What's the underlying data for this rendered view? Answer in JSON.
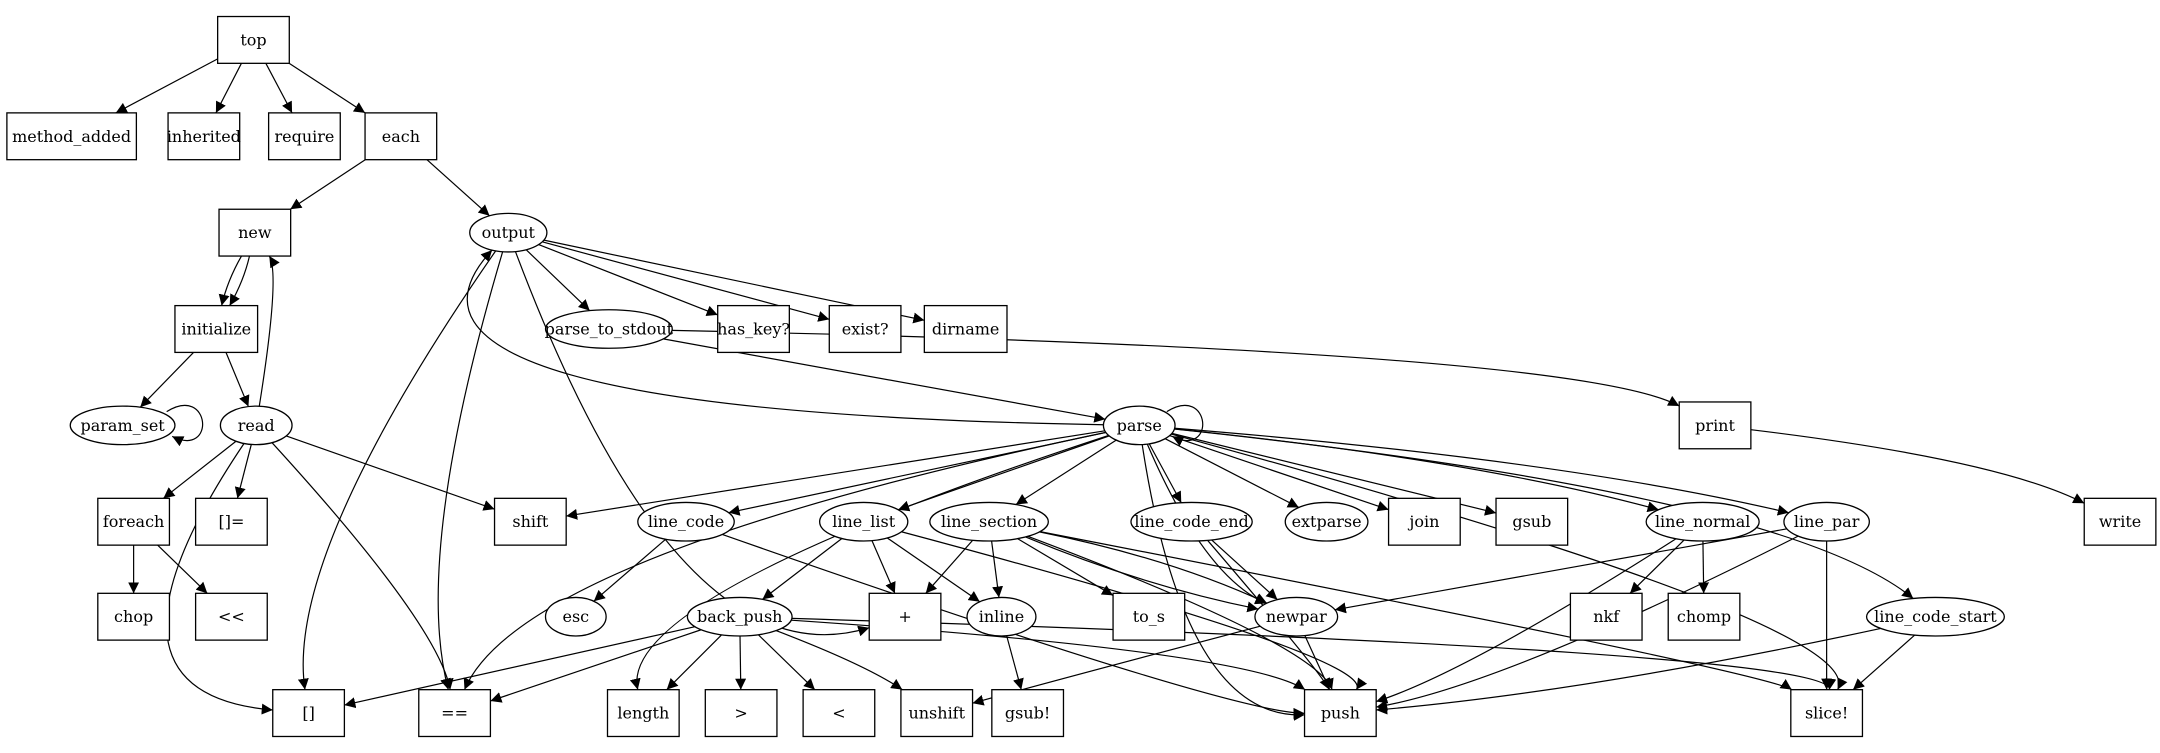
{
  "diagram": {
    "nodes": [
      {
        "id": "top",
        "label": "top",
        "shape": "box"
      },
      {
        "id": "method_added",
        "label": "method_added",
        "shape": "box"
      },
      {
        "id": "inherited",
        "label": "inherited",
        "shape": "box"
      },
      {
        "id": "require",
        "label": "require",
        "shape": "box"
      },
      {
        "id": "each",
        "label": "each",
        "shape": "box"
      },
      {
        "id": "new",
        "label": "new",
        "shape": "box"
      },
      {
        "id": "output",
        "label": "output",
        "shape": "ellipse"
      },
      {
        "id": "initialize",
        "label": "initialize",
        "shape": "box"
      },
      {
        "id": "parse_to_stdout",
        "label": "parse_to_stdout",
        "shape": "ellipse"
      },
      {
        "id": "has_key",
        "label": "has_key?",
        "shape": "box"
      },
      {
        "id": "exist",
        "label": "exist?",
        "shape": "box"
      },
      {
        "id": "dirname",
        "label": "dirname",
        "shape": "box"
      },
      {
        "id": "param_set",
        "label": "param_set",
        "shape": "ellipse"
      },
      {
        "id": "read",
        "label": "read",
        "shape": "ellipse"
      },
      {
        "id": "parse",
        "label": "parse",
        "shape": "ellipse"
      },
      {
        "id": "print",
        "label": "print",
        "shape": "box"
      },
      {
        "id": "foreach",
        "label": "foreach",
        "shape": "box"
      },
      {
        "id": "bracket_assign",
        "label": "[]=",
        "shape": "box"
      },
      {
        "id": "shift",
        "label": "shift",
        "shape": "box"
      },
      {
        "id": "line_code",
        "label": "line_code",
        "shape": "ellipse"
      },
      {
        "id": "line_list",
        "label": "line_list",
        "shape": "ellipse"
      },
      {
        "id": "line_section",
        "label": "line_section",
        "shape": "ellipse"
      },
      {
        "id": "line_code_end",
        "label": "line_code_end",
        "shape": "ellipse"
      },
      {
        "id": "extparse",
        "label": "extparse",
        "shape": "ellipse"
      },
      {
        "id": "join",
        "label": "join",
        "shape": "box"
      },
      {
        "id": "gsub",
        "label": "gsub",
        "shape": "box"
      },
      {
        "id": "line_normal",
        "label": "line_normal",
        "shape": "ellipse"
      },
      {
        "id": "line_par",
        "label": "line_par",
        "shape": "ellipse"
      },
      {
        "id": "write",
        "label": "write",
        "shape": "box"
      },
      {
        "id": "chop",
        "label": "chop",
        "shape": "box"
      },
      {
        "id": "lshift",
        "label": "<<",
        "shape": "box"
      },
      {
        "id": "esc",
        "label": "esc",
        "shape": "ellipse"
      },
      {
        "id": "back_push",
        "label": "back_push",
        "shape": "ellipse"
      },
      {
        "id": "plus",
        "label": "+",
        "shape": "box"
      },
      {
        "id": "inline",
        "label": "inline",
        "shape": "ellipse"
      },
      {
        "id": "to_s",
        "label": "to_s",
        "shape": "box"
      },
      {
        "id": "newpar",
        "label": "newpar",
        "shape": "ellipse"
      },
      {
        "id": "nkf",
        "label": "nkf",
        "shape": "box"
      },
      {
        "id": "chomp",
        "label": "chomp",
        "shape": "box"
      },
      {
        "id": "line_code_start",
        "label": "line_code_start",
        "shape": "ellipse"
      },
      {
        "id": "index",
        "label": "[]",
        "shape": "box"
      },
      {
        "id": "eqeq",
        "label": "==",
        "shape": "box"
      },
      {
        "id": "length",
        "label": "length",
        "shape": "box"
      },
      {
        "id": "gt",
        "label": ">",
        "shape": "box"
      },
      {
        "id": "lt",
        "label": "<",
        "shape": "box"
      },
      {
        "id": "unshift",
        "label": "unshift",
        "shape": "box"
      },
      {
        "id": "gsub_bang",
        "label": "gsub!",
        "shape": "box"
      },
      {
        "id": "push",
        "label": "push",
        "shape": "box"
      },
      {
        "id": "slice_bang",
        "label": "slice!",
        "shape": "box"
      }
    ],
    "edges": [
      {
        "from": "top",
        "to": "method_added"
      },
      {
        "from": "top",
        "to": "inherited"
      },
      {
        "from": "top",
        "to": "require"
      },
      {
        "from": "top",
        "to": "each"
      },
      {
        "from": "each",
        "to": "new"
      },
      {
        "from": "each",
        "to": "output"
      },
      {
        "from": "new",
        "to": "initialize"
      },
      {
        "from": "new",
        "to": "initialize"
      },
      {
        "from": "initialize",
        "to": "param_set"
      },
      {
        "from": "initialize",
        "to": "read"
      },
      {
        "from": "param_set",
        "to": "param_set"
      },
      {
        "from": "read",
        "to": "new"
      },
      {
        "from": "read",
        "to": "foreach"
      },
      {
        "from": "read",
        "to": "bracket_assign"
      },
      {
        "from": "read",
        "to": "shift"
      },
      {
        "from": "read",
        "to": "index"
      },
      {
        "from": "read",
        "to": "eqeq"
      },
      {
        "from": "foreach",
        "to": "chop"
      },
      {
        "from": "foreach",
        "to": "lshift"
      },
      {
        "from": "output",
        "to": "parse_to_stdout"
      },
      {
        "from": "output",
        "to": "has_key"
      },
      {
        "from": "output",
        "to": "exist"
      },
      {
        "from": "output",
        "to": "dirname"
      },
      {
        "from": "output",
        "to": "index"
      },
      {
        "from": "output",
        "to": "eqeq"
      },
      {
        "from": "output",
        "to": "plus"
      },
      {
        "from": "parse_to_stdout",
        "to": "parse"
      },
      {
        "from": "parse_to_stdout",
        "to": "print"
      },
      {
        "from": "print",
        "to": "write"
      },
      {
        "from": "parse",
        "to": "output"
      },
      {
        "from": "parse",
        "to": "parse"
      },
      {
        "from": "parse",
        "to": "shift"
      },
      {
        "from": "parse",
        "to": "line_code"
      },
      {
        "from": "parse",
        "to": "line_list"
      },
      {
        "from": "parse",
        "to": "line_section"
      },
      {
        "from": "parse",
        "to": "line_code_end"
      },
      {
        "from": "parse",
        "to": "extparse"
      },
      {
        "from": "parse",
        "to": "join"
      },
      {
        "from": "parse",
        "to": "gsub"
      },
      {
        "from": "parse",
        "to": "line_normal"
      },
      {
        "from": "parse",
        "to": "line_par"
      },
      {
        "from": "parse",
        "to": "line_code_start"
      },
      {
        "from": "parse",
        "to": "eqeq"
      },
      {
        "from": "parse",
        "to": "length"
      },
      {
        "from": "parse",
        "to": "newpar"
      },
      {
        "from": "parse",
        "to": "push"
      },
      {
        "from": "parse",
        "to": "slice_bang"
      },
      {
        "from": "line_code",
        "to": "esc"
      },
      {
        "from": "line_code",
        "to": "push"
      },
      {
        "from": "line_list",
        "to": "back_push"
      },
      {
        "from": "line_list",
        "to": "plus"
      },
      {
        "from": "line_list",
        "to": "inline"
      },
      {
        "from": "line_list",
        "to": "push"
      },
      {
        "from": "line_section",
        "to": "plus"
      },
      {
        "from": "line_section",
        "to": "inline"
      },
      {
        "from": "line_section",
        "to": "to_s"
      },
      {
        "from": "line_section",
        "to": "newpar"
      },
      {
        "from": "line_section",
        "to": "newpar"
      },
      {
        "from": "line_section",
        "to": "push"
      },
      {
        "from": "line_section",
        "to": "slice_bang"
      },
      {
        "from": "line_code_end",
        "to": "newpar"
      },
      {
        "from": "line_code_end",
        "to": "push"
      },
      {
        "from": "line_normal",
        "to": "nkf"
      },
      {
        "from": "line_normal",
        "to": "chomp"
      },
      {
        "from": "line_normal",
        "to": "push"
      },
      {
        "from": "line_par",
        "to": "newpar"
      },
      {
        "from": "line_par",
        "to": "push"
      },
      {
        "from": "line_par",
        "to": "slice_bang"
      },
      {
        "from": "line_code_start",
        "to": "push"
      },
      {
        "from": "line_code_start",
        "to": "slice_bang"
      },
      {
        "from": "inline",
        "to": "gsub_bang"
      },
      {
        "from": "newpar",
        "to": "push"
      },
      {
        "from": "newpar",
        "to": "unshift"
      },
      {
        "from": "back_push",
        "to": "index"
      },
      {
        "from": "back_push",
        "to": "eqeq"
      },
      {
        "from": "back_push",
        "to": "length"
      },
      {
        "from": "back_push",
        "to": "gt"
      },
      {
        "from": "back_push",
        "to": "lt"
      },
      {
        "from": "back_push",
        "to": "unshift"
      },
      {
        "from": "back_push",
        "to": "push"
      },
      {
        "from": "back_push",
        "to": "slice_bang"
      }
    ]
  }
}
